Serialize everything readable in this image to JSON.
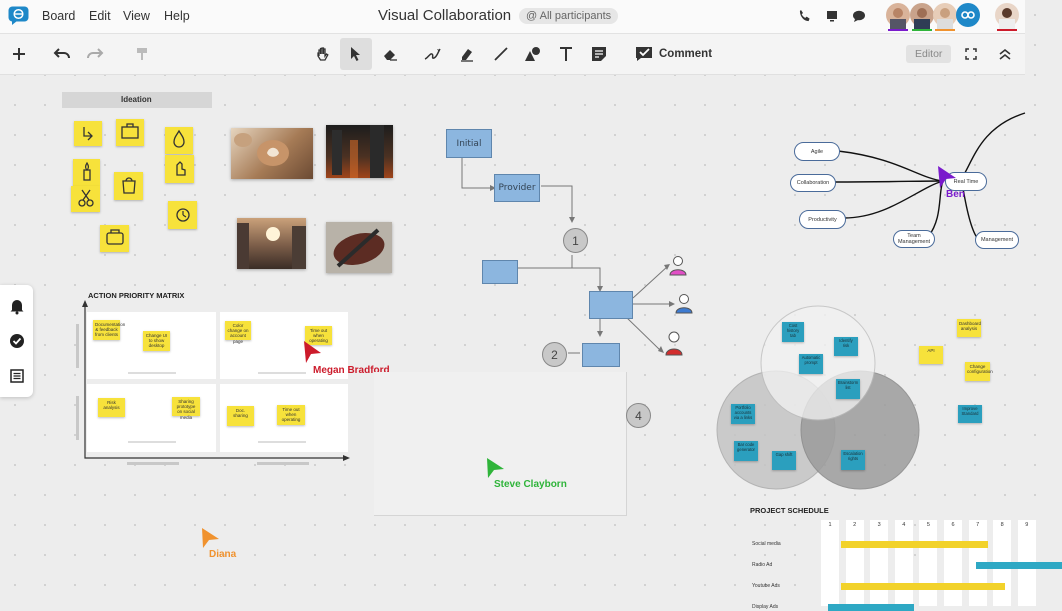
{
  "menu": {
    "board": "Board",
    "edit": "Edit",
    "view": "View",
    "help": "Help"
  },
  "title": "Visual Collaboration",
  "participants_pill": "@ All participants",
  "toolbar": {
    "comment": "Comment",
    "editor": "Editor"
  },
  "ideation_label": "Ideation",
  "matrix": {
    "title": "ACTION PRIORITY MATRIX",
    "notes": [
      "Documentation & feedback from clients",
      "Change UI to show desktop",
      "Color change on account page",
      "Time out when operating",
      "Risk analysis",
      "Sharing prototype on social media",
      "Doc. sharing",
      "Time out when operating"
    ]
  },
  "cursors": {
    "megan": "Megan Bradford",
    "steve": "Steve Clayborn",
    "diana": "Diana",
    "ben": "Ben"
  },
  "flow": {
    "initial": "Initial",
    "provider": "Provider",
    "step1": "1",
    "step2": "2",
    "step4": "4"
  },
  "mindmap": {
    "agile": "Agile",
    "collaboration": "Collaboration",
    "productivity": "Productivity",
    "team_mgmt": "Team Management",
    "real_time": "Real Time",
    "management": "Management"
  },
  "venn_notes": [
    "Cost history tab",
    "Automatic prompt",
    "Identify risk",
    "Portfolio accounts via a links",
    "Brainstorm list",
    "Bar code generator",
    "Gap shift",
    "Escalation rights"
  ],
  "yellow_notes": [
    "Dashboard analysis",
    "API",
    "Change configuration",
    "Improve Standard"
  ],
  "schedule": {
    "title": "PROJECT SCHEDULE",
    "days": [
      "1",
      "2",
      "3",
      "4",
      "5",
      "6",
      "7",
      "8",
      "9"
    ],
    "rows": [
      {
        "label": "Social media",
        "start": 1,
        "end": 7,
        "color": "#f2d22a"
      },
      {
        "label": "Radio Ad",
        "start": 6.5,
        "end": 10,
        "color": "#2ea8c4"
      },
      {
        "label": "Youtube Ads",
        "start": 1,
        "end": 7.7,
        "color": "#f2d22a"
      },
      {
        "label": "Display Ads",
        "start": 0.5,
        "end": 4,
        "color": "#2ea8c4"
      }
    ]
  },
  "colors": {
    "accent": "#1e88c8",
    "megan": "#cc1b2b",
    "steve": "#2fb43a",
    "diana": "#f0922e",
    "ben": "#7a1bcc"
  }
}
